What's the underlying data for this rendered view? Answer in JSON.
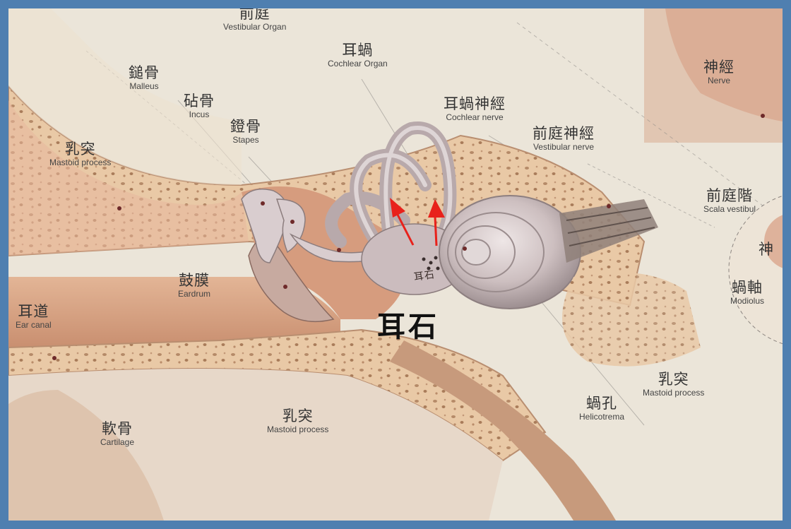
{
  "labels": {
    "vestibular_organ": {
      "zh": "前庭",
      "en": "Vestibular Organ"
    },
    "cochlear_organ": {
      "zh": "耳蝸",
      "en": "Cochlear Organ"
    },
    "malleus": {
      "zh": "鎚骨",
      "en": "Malleus"
    },
    "incus": {
      "zh": "砧骨",
      "en": "Incus"
    },
    "stapes": {
      "zh": "鐙骨",
      "en": "Stapes"
    },
    "mastoid_upper": {
      "zh": "乳突",
      "en": "Mastoid process"
    },
    "cochlear_nerve": {
      "zh": "耳蝸神經",
      "en": "Cochlear nerve"
    },
    "vestibular_nerve": {
      "zh": "前庭神經",
      "en": "Vestibular nerve"
    },
    "nerve": {
      "zh": "神經",
      "en": "Nerve"
    },
    "scala_vestibuli": {
      "zh": "前庭階",
      "en": "Scala vestibul"
    },
    "modiolus": {
      "zh": "蝸軸",
      "en": "Modiolus"
    },
    "eardrum": {
      "zh": "鼓膜",
      "en": "Eardrum"
    },
    "ear_canal": {
      "zh": "耳道",
      "en": "Ear canal"
    },
    "mastoid_right": {
      "zh": "乳突",
      "en": "Mastoid process"
    },
    "helicotrema": {
      "zh": "蝸孔",
      "en": "Helicotrema"
    },
    "mastoid_bottom": {
      "zh": "乳突",
      "en": "Mastoid process"
    },
    "cartilage": {
      "zh": "軟骨",
      "en": "Cartilage"
    },
    "partial_right": {
      "zh": "神"
    }
  },
  "annotation": {
    "text": "耳石",
    "small_text": "耳石"
  },
  "colors": {
    "frame": "#4f7fb0",
    "arrow": "#e8211b",
    "bone": "#e9c9a6",
    "cochlea": "#cdbfc0"
  }
}
